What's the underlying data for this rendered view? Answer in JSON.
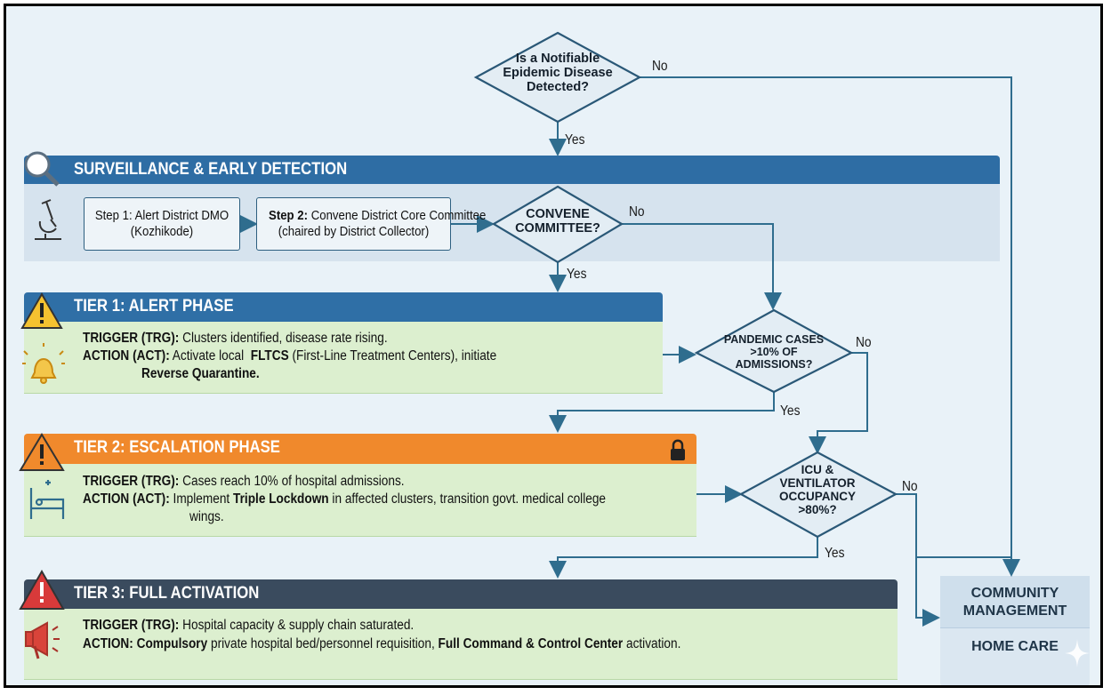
{
  "decision_top": {
    "line1": "Is a Notifiable",
    "line2": "Epidemic Disease",
    "line3": "Detected?",
    "no": "No",
    "yes": "Yes"
  },
  "surveillance": {
    "title": "SURVEILLANCE & EARLY DETECTION",
    "step1_line1": "Step 1: Alert District DMO",
    "step1_line2": "(Kozhikode)",
    "step2_bold": "Step 2:",
    "step2_line1": "Convene District Core Committee",
    "step2_line2": "(chaired by District Collector)"
  },
  "decision_convene": {
    "line1": "CONVENE",
    "line2": "COMMITTEE?",
    "no": "No",
    "yes": "Yes"
  },
  "tier1": {
    "title": "TIER 1: ALERT PHASE",
    "trigger_label": "TRIGGER (TRG):",
    "trigger_text": "Clusters identified, disease rate rising.",
    "action_label": "ACTION (ACT):",
    "action_text1": "Activate local",
    "action_bold1": "FLTCS",
    "action_text2": "(First-Line Treatment Centers), initiate",
    "action_bold2": "Reverse Quarantine."
  },
  "decision_pandemic": {
    "line1": "PANDEMIC CASES",
    "line2": ">10% OF",
    "line3": "ADMISSIONS?",
    "no": "No",
    "yes": "Yes"
  },
  "tier2": {
    "title": "TIER 2: ESCALATION PHASE",
    "trigger_label": "TRIGGER (TRG):",
    "trigger_text": "Cases reach 10% of hospital admissions.",
    "action_label": "ACTION (ACT):",
    "action_text1": "Implement",
    "action_bold1": "Triple Lockdown",
    "action_text2": "in affected clusters, transition govt. medical college",
    "action_text3": "wings."
  },
  "decision_icu": {
    "line1": "ICU &",
    "line2": "VENTILATOR",
    "line3": "OCCUPANCY",
    "line4": ">80%?",
    "no": "No",
    "yes": "Yes"
  },
  "tier3": {
    "title": "TIER 3: FULL ACTIVATION",
    "trigger_label": "TRIGGER (TRG):",
    "trigger_text": "Hospital capacity & supply chain saturated.",
    "action_label": "ACTION:",
    "action_bold1": "Compulsory",
    "action_text1": "private hospital bed/personnel requisition,",
    "action_bold2": "Full Command & Control Center",
    "action_text2": "activation."
  },
  "community": {
    "line1": "COMMUNITY",
    "line2": "MANAGEMENT",
    "line3": "HOME CARE"
  },
  "colors": {
    "blue_bar": "#2e6da4",
    "tier1_bar": "#2f6fa6",
    "tier2_bar": "#f0892c",
    "tier3_bar": "#3a4b5e",
    "green_panel": "#dcefcf",
    "line": "#2f6d8e"
  },
  "icons": [
    "search-icon",
    "microscope-icon",
    "warning-icon",
    "bell-icon",
    "lock-icon",
    "hospital-bed-icon",
    "megaphone-icon",
    "sparkle-icon"
  ]
}
